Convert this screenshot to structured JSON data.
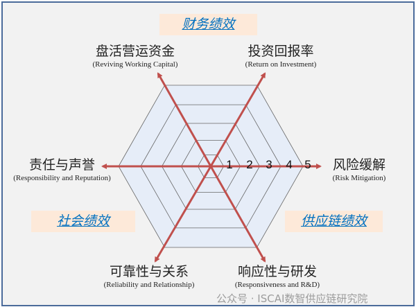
{
  "categories": {
    "financial": "财务绩效",
    "social": "社会绩效",
    "supply_chain": "供应链绩效"
  },
  "axes": [
    {
      "zh": "盘活营运资金",
      "en": "(Reviving  Working Capital)"
    },
    {
      "zh": "投资回报率",
      "en": "(Return on Investment)"
    },
    {
      "zh": "风险缓解",
      "en": "(Risk Mitigation)"
    },
    {
      "zh": "响应性与研发",
      "en": "(Responsiveness and R&D)"
    },
    {
      "zh": "可靠性与关系",
      "en": "(Reliability  and Relationship)"
    },
    {
      "zh": "责任与声誉",
      "en": "(Responsibility and Reputation)"
    }
  ],
  "scale": [
    "1",
    "2",
    "3",
    "4",
    "5"
  ],
  "watermark": "公众号 · ISCAI数智供应链研究院",
  "colors": {
    "arrow": "#c0504d",
    "hexagon_fill": "#e6edf8",
    "category_bg": "#fde9d9",
    "category_text": "#0070c0",
    "frame": "#4a6a9a"
  }
}
